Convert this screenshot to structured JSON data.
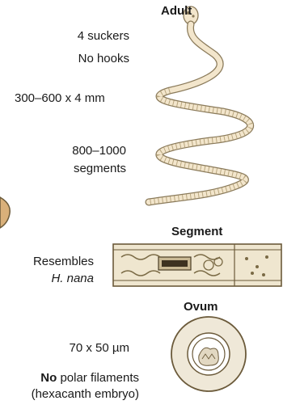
{
  "adult": {
    "heading": "Adult",
    "suckers": "4 suckers",
    "hooks": "No hooks",
    "size": "300–600 x 4 mm",
    "segments_count": "800–1000",
    "segments_word": "segments"
  },
  "segment": {
    "heading": "Segment",
    "resembles": "Resembles",
    "resembles_species": "H. nana"
  },
  "ovum": {
    "heading": "Ovum",
    "size": "70 x 50 µm",
    "polar_bold": "No",
    "polar_rest": " polar filaments",
    "embryo": "(hexacanth embryo)"
  },
  "colors": {
    "worm_fill": "#f3e6cc",
    "worm_stroke": "#8a7a5a",
    "segment_fill": "#efe6cf",
    "ovum_fill": "#efe8d8"
  }
}
